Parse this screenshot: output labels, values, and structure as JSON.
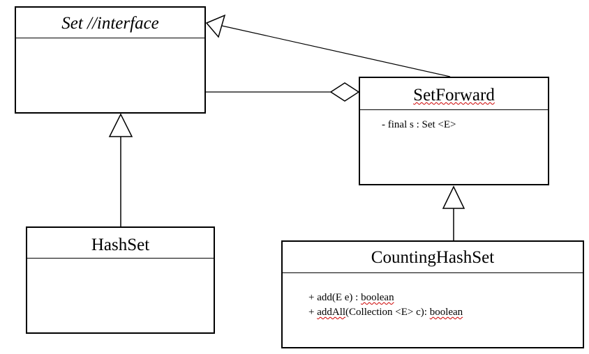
{
  "diagram": {
    "classes": {
      "set": {
        "name": "Set  //interface",
        "fields": [],
        "methods": []
      },
      "hashset": {
        "name": "HashSet",
        "fields": [],
        "methods": []
      },
      "setforward": {
        "name": "SetForward",
        "fields": [
          "- final s : Set <E>"
        ],
        "methods": []
      },
      "countinghashset": {
        "name": "CountingHashSet",
        "fields": [],
        "methods": [
          {
            "prefix": "+ add(E e) : ",
            "flagged": "boolean",
            "suffix": ""
          },
          {
            "prefix": "+ ",
            "flagged": "addAll",
            "middle": "(Collection <E> c): ",
            "flagged2": "boolean"
          }
        ]
      }
    },
    "relationships": [
      {
        "type": "realization",
        "from": "setforward",
        "to": "set"
      },
      {
        "type": "generalization",
        "from": "hashset",
        "to": "set"
      },
      {
        "type": "generalization",
        "from": "countinghashset",
        "to": "setforward"
      },
      {
        "type": "aggregation",
        "whole": "setforward",
        "part": "set"
      }
    ],
    "colors": {
      "line": "#000000",
      "background": "#ffffff",
      "spellcheck_underline": "#cc0000"
    }
  }
}
